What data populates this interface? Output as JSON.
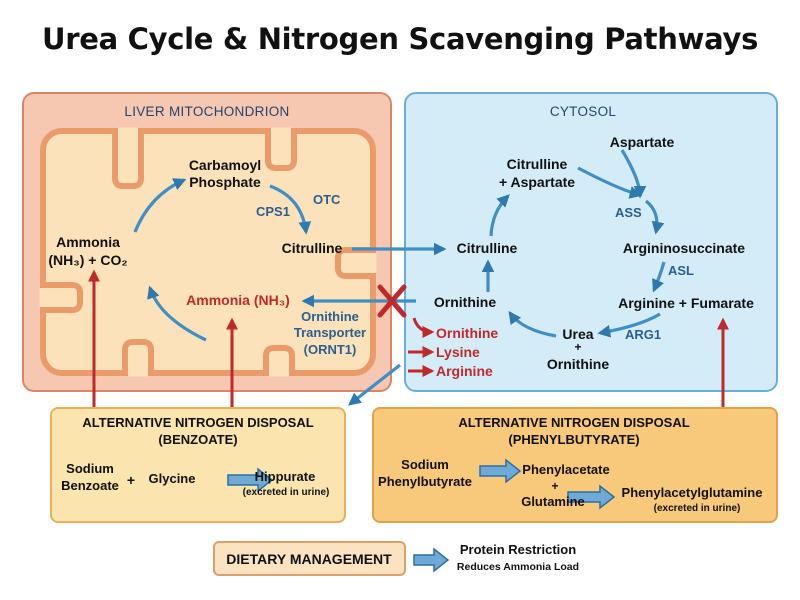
{
  "title": "Urea Cycle & Nitrogen Scavenging Pathways",
  "mitochondrion": {
    "label": "LIVER MITOCHONDRION",
    "carbamoyl_phosphate_1": "Carbamoyl",
    "carbamoyl_phosphate_2": "Phosphate",
    "ammonia_co2_1": "Ammonia",
    "ammonia_co2_2": "(NH₃) + CO₂",
    "enzyme_cps1": "CPS1",
    "enzyme_otc": "OTC",
    "citrulline": "Citrulline",
    "ammonia_nh3": "Ammonia (NH₃)",
    "transporter_1": "Ornithine",
    "transporter_2": "Transporter",
    "transporter_3": "(ORNT1)"
  },
  "cytosol": {
    "label": "CYTOSOL",
    "aspartate": "Aspartate",
    "citrulline_aspartate_1": "Citrulline",
    "citrulline_aspartate_2": "+ Aspartate",
    "enzyme_ass": "ASS",
    "argininosuccinate": "Argininosuccinate",
    "enzyme_asl": "ASL",
    "citrulline": "Citrulline",
    "ornithine": "Ornithine",
    "arginine_fumarate": "Arginine + Fumarate",
    "urea_1": "Urea",
    "urea_2": "+",
    "urea_3": "Ornithine",
    "enzyme_arg1": "ARG1",
    "deficit_ornithine": "Ornithine",
    "deficit_lysine": "Lysine",
    "deficit_arginine": "Arginine"
  },
  "benzoate": {
    "header_1": "ALTERNATIVE NITROGEN DISPOSAL",
    "header_2": "(BENZOATE)",
    "sodium_1": "Sodium",
    "sodium_2": "Benzoate",
    "plus": "+",
    "glycine": "Glycine",
    "hippurate": "Hippurate",
    "excreted": "(excreted in urine)"
  },
  "phenylbutyrate": {
    "header_1": "ALTERNATIVE NITROGEN DISPOSAL",
    "header_2": "(PHENYLBUTYRATE)",
    "sodium_1": "Sodium",
    "sodium_2": "Phenylbutyrate",
    "phenylacetate": "Phenylacetate",
    "plus": "+",
    "glutamine": "Glutamine",
    "product": "Phenylacetylglutamine",
    "excreted": "(excreted in urine)"
  },
  "diet": {
    "label": "DIETARY MANAGEMENT",
    "result_1": "Protein Restriction",
    "result_2": "Reduces Ammonia Load"
  },
  "colors": {
    "blue_arrow": "#3f8fc4",
    "red_arrow": "#c0292b",
    "mito_bg": "#f6c7b1",
    "cytosol_bg": "#d4ecf8"
  }
}
